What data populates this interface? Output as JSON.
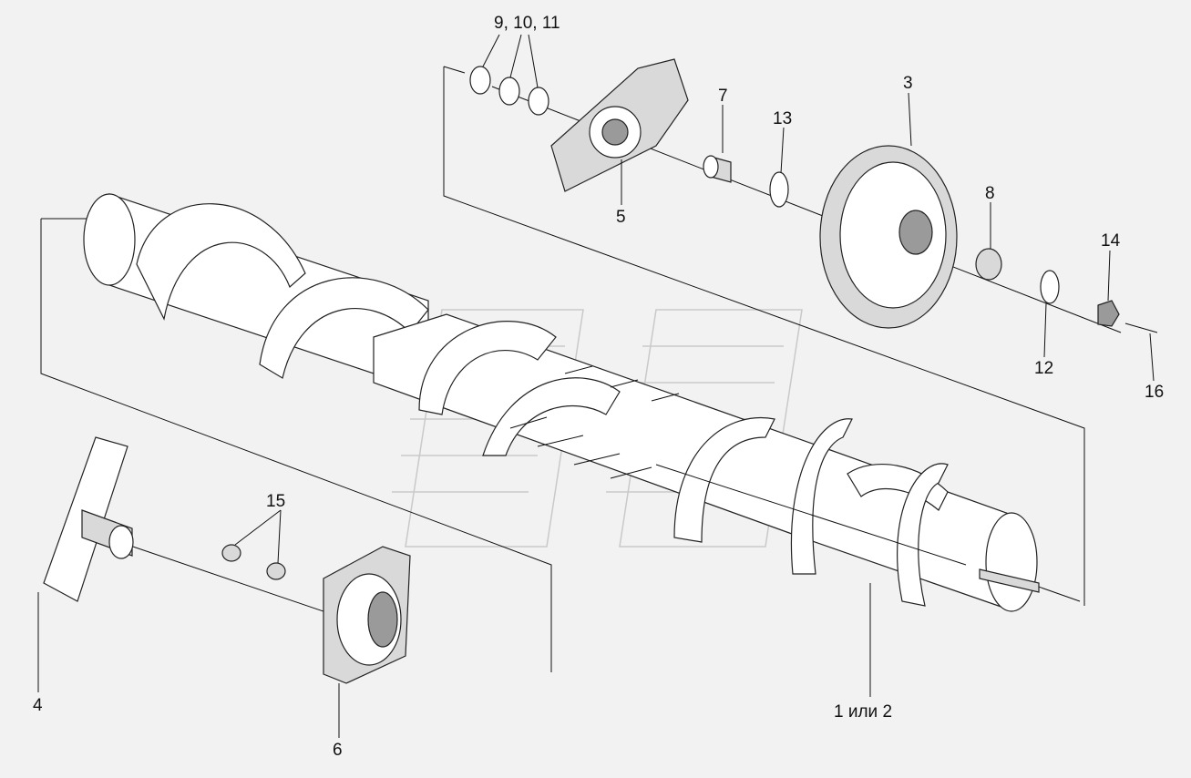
{
  "diagram": {
    "callouts": [
      {
        "id": "c9",
        "text": "9, 10, 11"
      },
      {
        "id": "c7",
        "text": "7"
      },
      {
        "id": "c13",
        "text": "13"
      },
      {
        "id": "c3",
        "text": "3"
      },
      {
        "id": "c5",
        "text": "5"
      },
      {
        "id": "c8",
        "text": "8"
      },
      {
        "id": "c14",
        "text": "14"
      },
      {
        "id": "c12",
        "text": "12"
      },
      {
        "id": "c16",
        "text": "16"
      },
      {
        "id": "c15",
        "text": "15"
      },
      {
        "id": "c4",
        "text": "4"
      },
      {
        "id": "c6",
        "text": "6"
      },
      {
        "id": "c1",
        "text": "1 или 2"
      }
    ],
    "colors": {
      "background": "#f2f2f2",
      "line": "#111111",
      "part_fill": "#ffffff",
      "shade": "#d9d9d9",
      "watermark": "#c9c9c9"
    }
  }
}
